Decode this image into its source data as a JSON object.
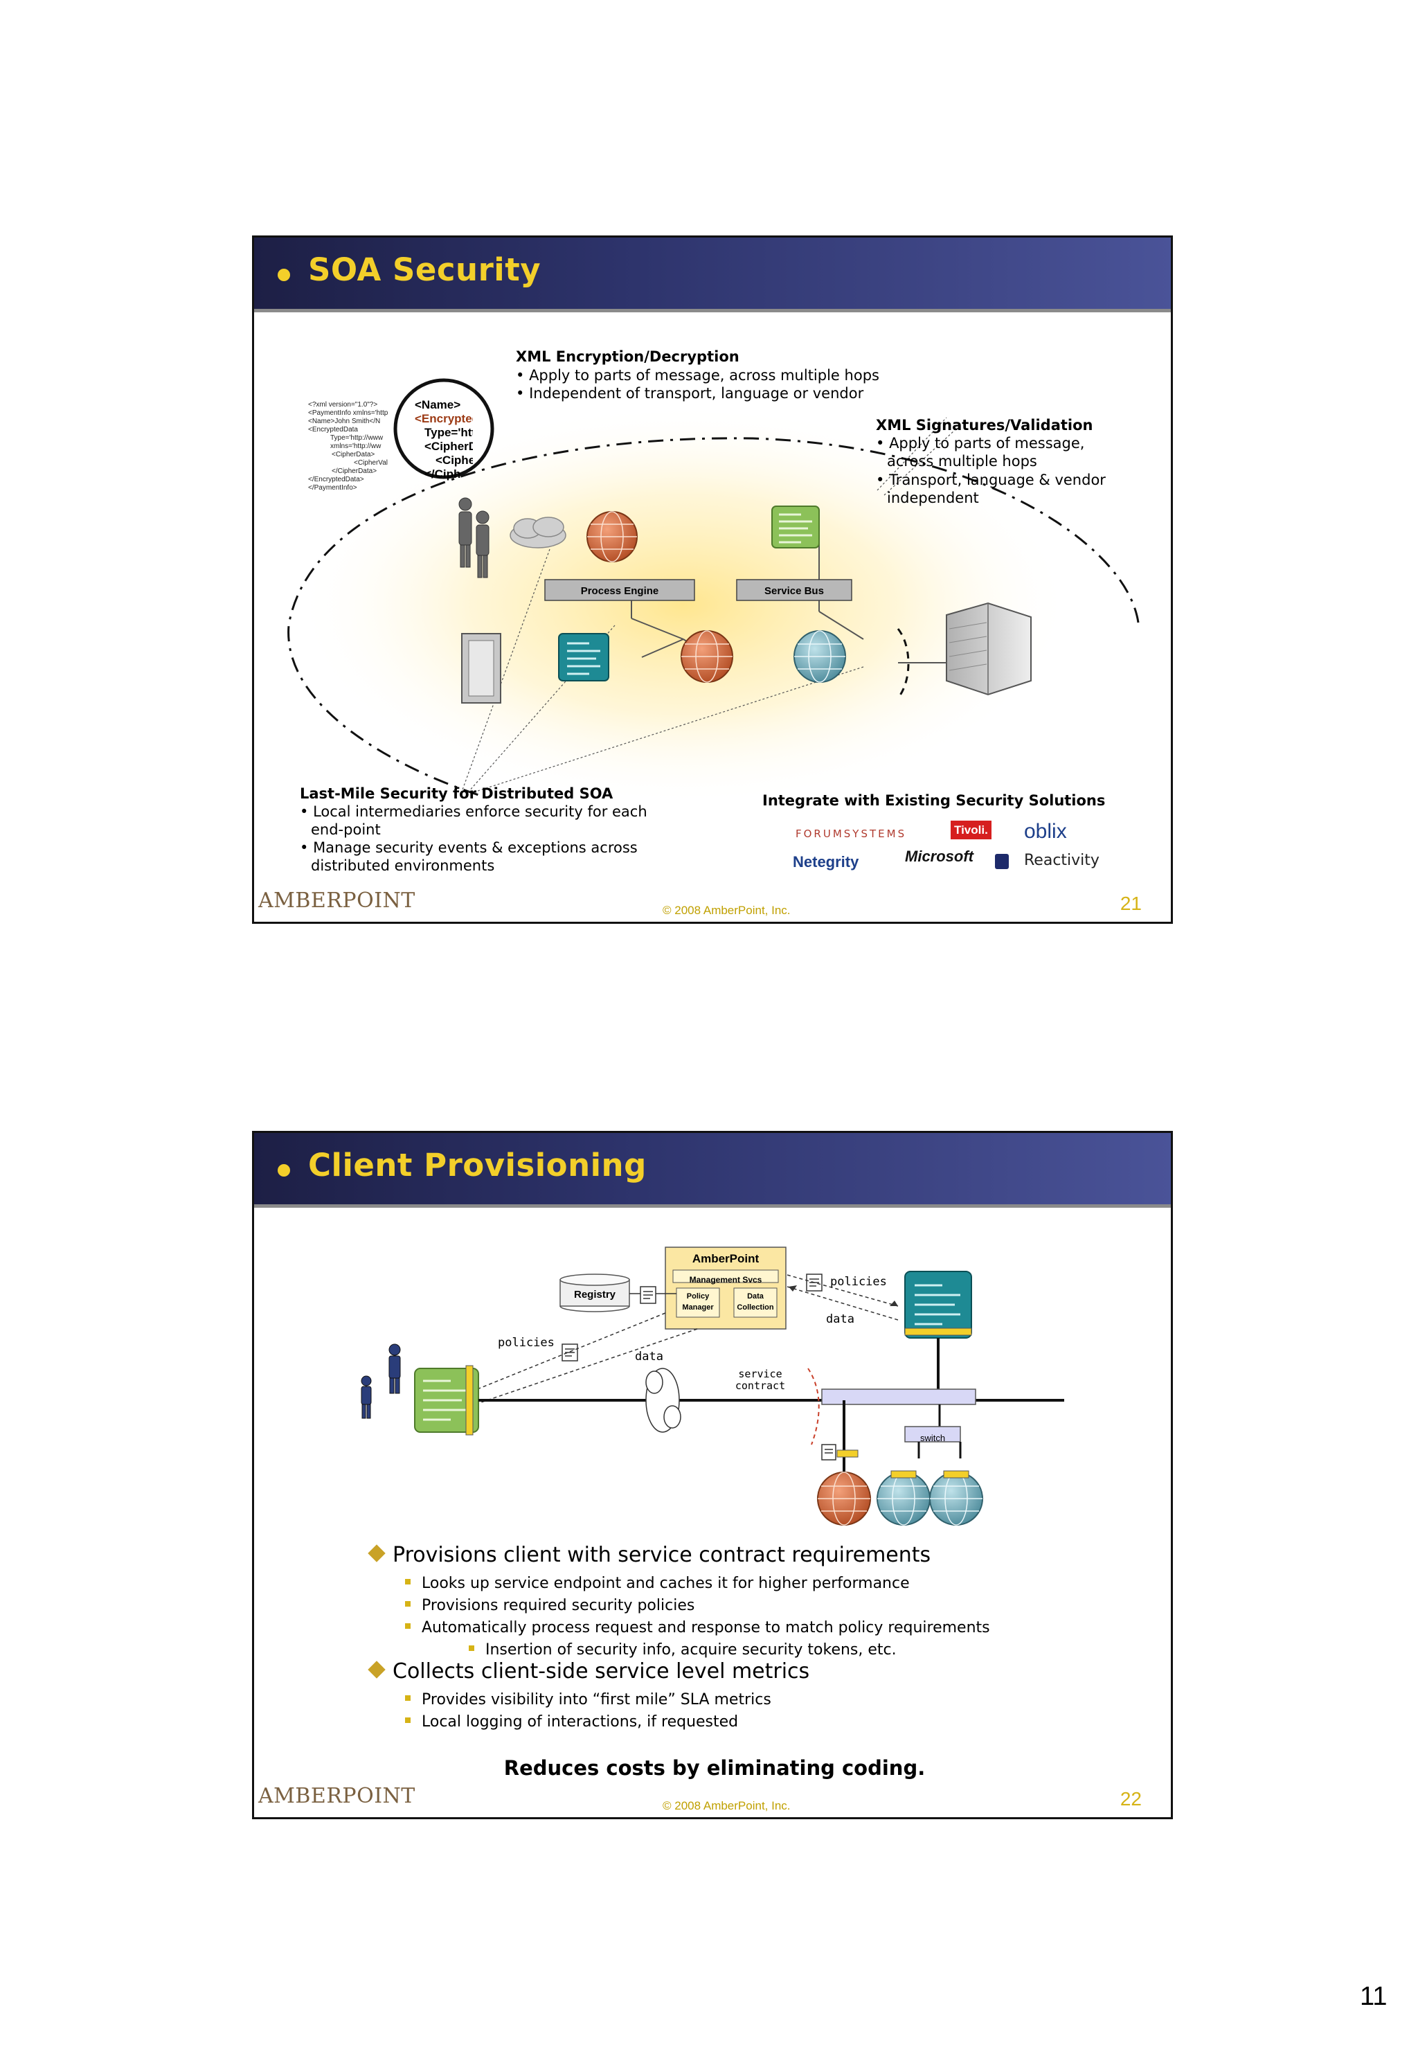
{
  "slide1": {
    "title": "SOA Security",
    "xml_enc": {
      "heading": "XML Encryption/Decryption",
      "bullets": [
        "Apply to parts of message, across multiple hops",
        "Independent of transport, language or vendor"
      ]
    },
    "xml_sig": {
      "heading": "XML Signatures/Validation",
      "lines": [
        "Apply to parts of message,",
        "across multiple hops",
        "Transport, language & vendor",
        "independent"
      ]
    },
    "xml_snippet_small": [
      "<?xml version=\"1.0\"?>",
      "<PaymentInfo xmlns='http",
      "<Name>John Smith</N",
      "<EncryptedData",
      "Type='http://www",
      "xmlns='http://ww",
      "<CipherData>",
      "<CipherVal",
      "</CipherData>",
      "</EncryptedData>",
      "</PaymentInfo>"
    ],
    "xml_snippet_zoom": [
      "<Name>",
      "<Encrypted",
      "Type='http",
      "<CipherDa",
      "<Ciphe",
      "</Ciph"
    ],
    "labels": {
      "process_engine": "Process Engine",
      "service_bus": "Service Bus"
    },
    "last_mile": {
      "heading": "Last-Mile Security for Distributed SOA",
      "lines": [
        "Local intermediaries enforce security for each",
        "end-point",
        "Manage security events & exceptions across",
        "distributed environments"
      ]
    },
    "integrate": {
      "heading": "Integrate with Existing Security Solutions",
      "logos": [
        "FORUMSYSTEMS",
        "Tivoli.",
        "oblix",
        "Netegrity",
        "Microsoft",
        "Reactivity"
      ]
    },
    "footer": {
      "logo": "AMBERPOINT",
      "copyright": "© 2008 AmberPoint, Inc.",
      "number": "21"
    }
  },
  "slide2": {
    "title": "Client Provisioning",
    "diagram": {
      "amberpoint": "AmberPoint",
      "mgmt": "Management Svcs",
      "policy_manager": [
        "Policy",
        "Manager"
      ],
      "data_collection": [
        "Data",
        "Collection"
      ],
      "registry": "Registry",
      "policies_right": "policies",
      "data_right": "data",
      "policies_left": "policies",
      "data_left": "data",
      "service_contract": [
        "service",
        "contract"
      ],
      "switch": "switch"
    },
    "bullets": [
      {
        "text": "Provisions client with service contract requirements",
        "subs": [
          "Looks up service endpoint and caches it for higher performance",
          "Provisions required security policies",
          "Automatically process request and response to match policy requirements"
        ],
        "subsub": "Insertion of security info, acquire security tokens, etc."
      },
      {
        "text": "Collects client-side service level metrics",
        "subs": [
          "Provides visibility into “first mile” SLA metrics",
          "Local logging of interactions, if requested"
        ]
      }
    ],
    "tagline": "Reduces costs by eliminating coding.",
    "footer": {
      "logo": "AMBERPOINT",
      "copyright": "© 2008 AmberPoint, Inc.",
      "number": "22"
    }
  },
  "page_number": "11"
}
